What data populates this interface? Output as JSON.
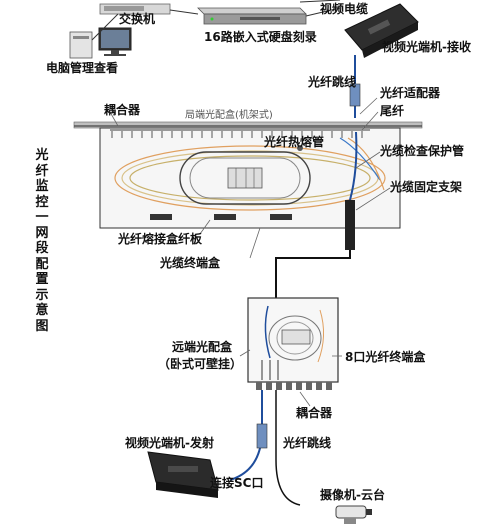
{
  "labels": {
    "switch": "交换机",
    "pc_management": "电脑管理查看",
    "dvr": "16路嵌入式硬盘刻录",
    "video_cable": "视频电缆",
    "video_receiver": "视频光端机-接收",
    "patch_cord_top": "光纤跳线",
    "adapter": "光纤适配器",
    "pigtail": "尾纤",
    "coupler_top": "耦合器",
    "fusion_sleeve": "光纤热熔管",
    "inspection_tube": "光缆检查保护管",
    "fixing_bracket": "光缆固定支架",
    "splice_tray": "光纤熔接盒纤板",
    "terminal_box_top": "光缆终端盒",
    "rack_box_title": "局端光配盒(机架式)",
    "side_title": "光纤监控一网段配置示意图",
    "remote_box_line1": "远端光配盒",
    "remote_box_line2": "（卧式可壁挂）",
    "terminal_box_8": "8口光纤终端盒",
    "coupler_bottom": "耦合器",
    "video_transmitter": "视频光端机-发射",
    "patch_cord_bottom": "光纤跳线",
    "sc_port": "连接SC口",
    "camera_ptz": "摄像机-云台"
  }
}
